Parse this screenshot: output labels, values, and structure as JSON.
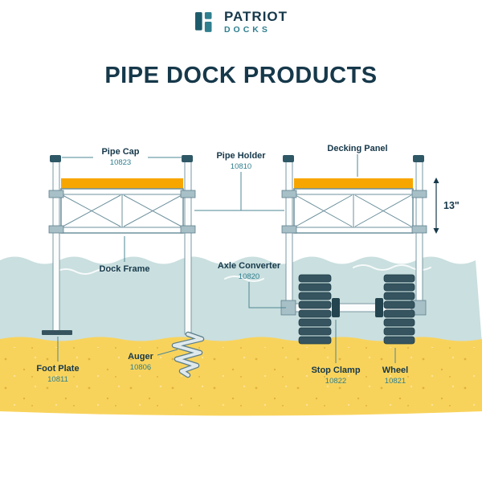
{
  "brand": {
    "name": "PATRIOT",
    "sub": "DOCKS"
  },
  "title": "PIPE DOCK PRODUCTS",
  "callouts": {
    "pipe_cap": {
      "label": "Pipe Cap",
      "sku": "10823"
    },
    "pipe_holder": {
      "label": "Pipe Holder",
      "sku": "10810"
    },
    "decking_panel": {
      "label": "Decking Panel"
    },
    "height": {
      "label": "13\""
    },
    "dock_frame": {
      "label": "Dock Frame"
    },
    "axle_converter": {
      "label": "Axle Converter",
      "sku": "10820"
    },
    "foot_plate": {
      "label": "Foot Plate",
      "sku": "10811"
    },
    "auger": {
      "label": "Auger",
      "sku": "10806"
    },
    "stop_clamp": {
      "label": "Stop Clamp",
      "sku": "10822"
    },
    "wheel": {
      "label": "Wheel",
      "sku": "10821"
    }
  },
  "colors": {
    "navy": "#16384a",
    "teal": "#2f7f8f",
    "deck_orange": "#f7a600",
    "water": "#cadfdf",
    "sand": "#f8d35c",
    "wheel_dark": "#35545f",
    "pipe_outline": "#7b98a2",
    "leader": "#4d8796"
  }
}
